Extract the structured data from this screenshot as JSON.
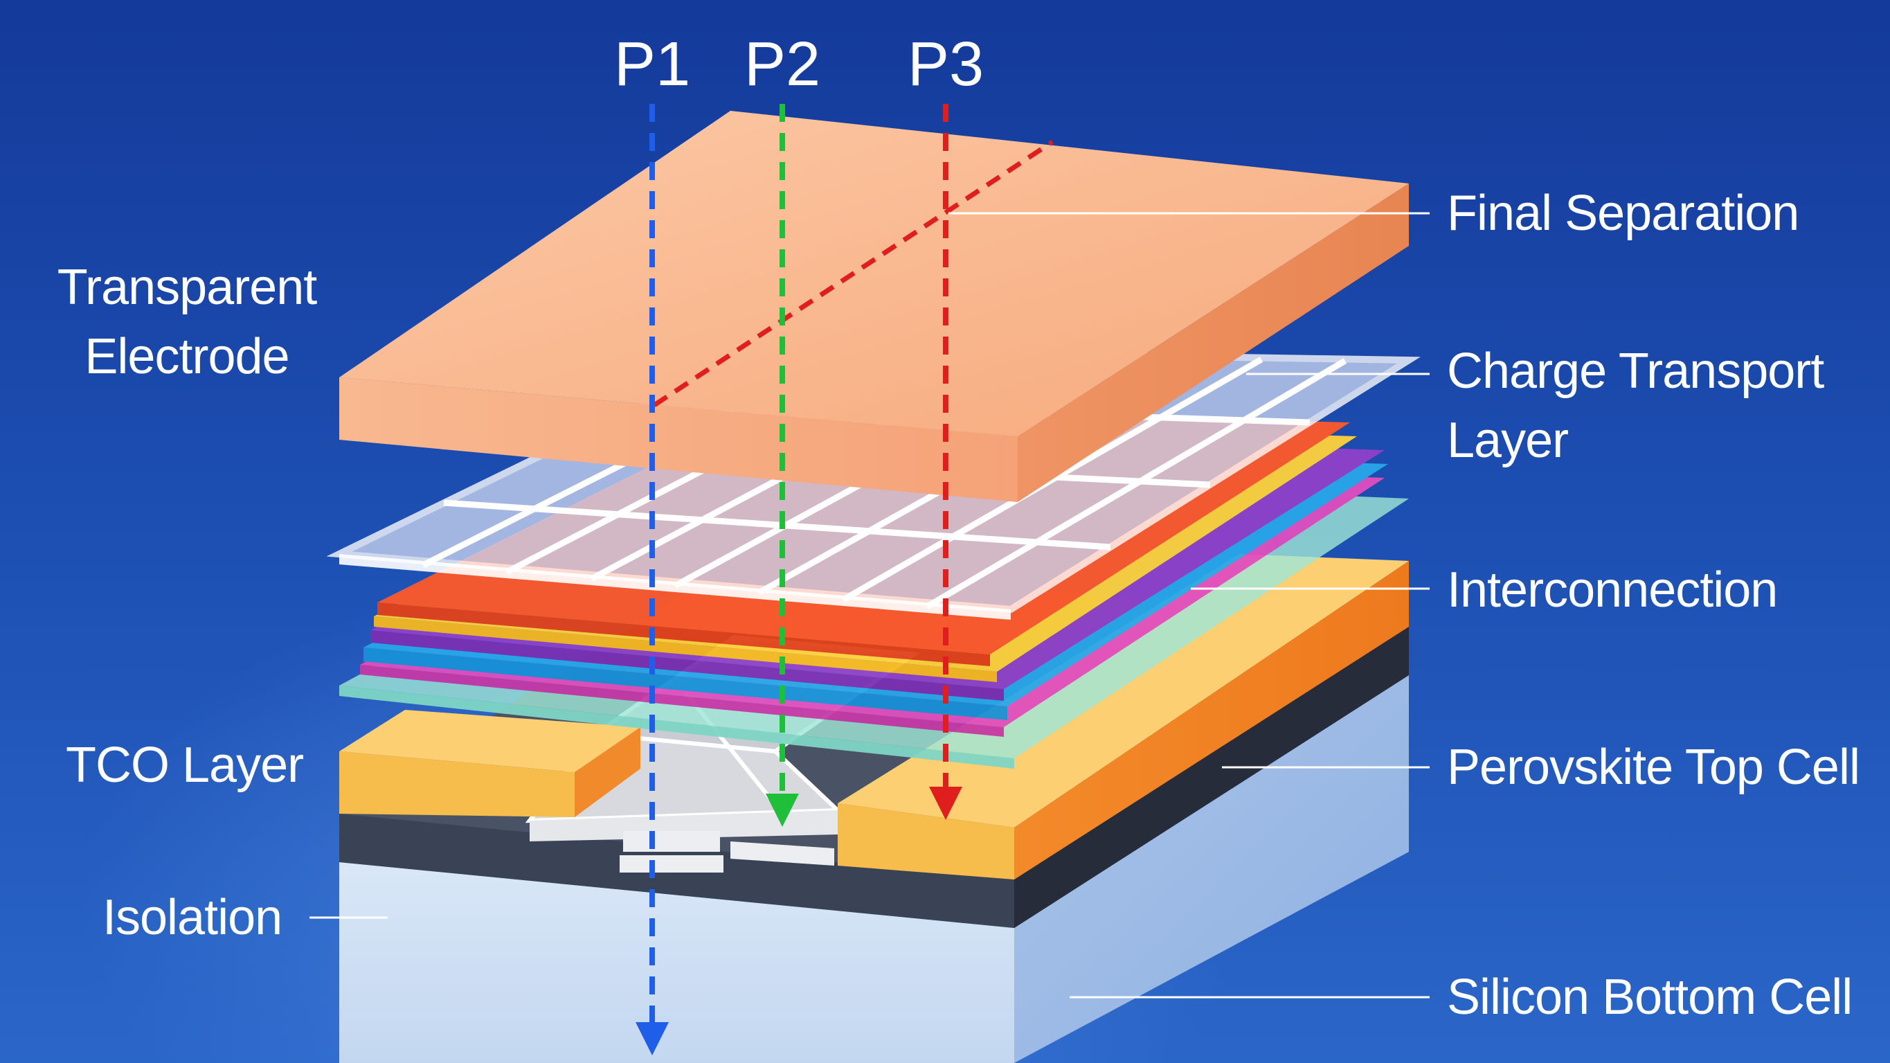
{
  "probes": [
    {
      "id": "p1",
      "label": "P1",
      "color": "#1e5ee8"
    },
    {
      "id": "p2",
      "label": "P2",
      "color": "#1fbf3a"
    },
    {
      "id": "p3",
      "label": "P3",
      "color": "#e01e1e"
    }
  ],
  "labels_left": {
    "transparent_electrode_line1": "Transparent",
    "transparent_electrode_line2": "Electrode",
    "tco_layer": "TCO Layer",
    "isolation": "Isolation"
  },
  "labels_right": {
    "final_separation": "Final Separation",
    "charge_transport_line1": "Charge Transport",
    "charge_transport_line2": "Layer",
    "interconnection": "Interconnection",
    "perovskite_top_cell": "Perovskite Top Cell",
    "silicon_bottom_cell": "Silicon Bottom Cell"
  },
  "colors": {
    "background": "#1c4db0",
    "electrode": "#f9b58f",
    "tco": "#f6b73c",
    "silicon": "#cfe0f3",
    "isolation_band": "#2f3a4d",
    "leader_line": "#ffffff"
  }
}
